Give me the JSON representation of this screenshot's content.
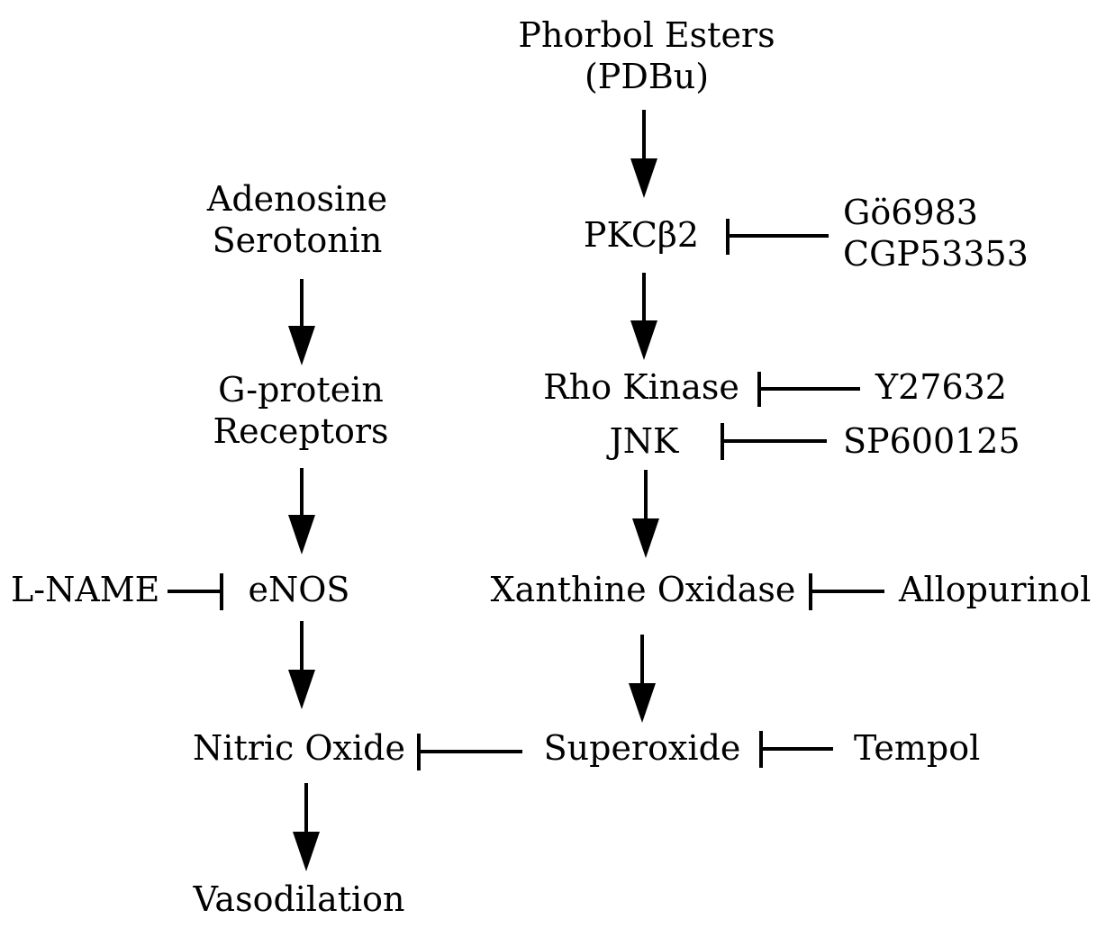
{
  "nodes": {
    "phorbol_esters": {
      "line1": "Phorbol Esters",
      "line2": "(PDBu)"
    },
    "pkc": "PKCβ2",
    "pkc_inhibitors": {
      "line1": "Gö6983",
      "line2": "CGP53353"
    },
    "rho_kinase": "Rho Kinase",
    "rho_inhibitor": "Y27632",
    "jnk": "JNK",
    "jnk_inhibitor": "SP600125",
    "xanthine_oxidase": "Xanthine Oxidase",
    "xo_inhibitor": "Allopurinol",
    "superoxide": "Superoxide",
    "superoxide_inhibitor": "Tempol",
    "agonists": {
      "line1": "Adenosine",
      "line2": "Serotonin"
    },
    "gpcr": {
      "line1": "G-protein",
      "line2": "Receptors"
    },
    "enos": "eNOS",
    "enos_inhibitor": "L-NAME",
    "nitric_oxide": "Nitric Oxide",
    "vasodilation": "Vasodilation"
  },
  "edges": [
    {
      "from": "phorbol_esters",
      "to": "pkc",
      "relation": "activates"
    },
    {
      "from": "pkc_inhibitors",
      "to": "pkc",
      "relation": "inhibits"
    },
    {
      "from": "pkc",
      "to": "rho_kinase",
      "relation": "activates"
    },
    {
      "from": "rho_inhibitor",
      "to": "rho_kinase",
      "relation": "inhibits"
    },
    {
      "from": "jnk_inhibitor",
      "to": "jnk",
      "relation": "inhibits"
    },
    {
      "from": "jnk",
      "to": "xanthine_oxidase",
      "relation": "activates"
    },
    {
      "from": "xo_inhibitor",
      "to": "xanthine_oxidase",
      "relation": "inhibits"
    },
    {
      "from": "xanthine_oxidase",
      "to": "superoxide",
      "relation": "activates"
    },
    {
      "from": "superoxide_inhibitor",
      "to": "superoxide",
      "relation": "inhibits"
    },
    {
      "from": "superoxide",
      "to": "nitric_oxide",
      "relation": "inhibits"
    },
    {
      "from": "agonists",
      "to": "gpcr",
      "relation": "activates"
    },
    {
      "from": "gpcr",
      "to": "enos",
      "relation": "activates"
    },
    {
      "from": "enos_inhibitor",
      "to": "enos",
      "relation": "inhibits"
    },
    {
      "from": "enos",
      "to": "nitric_oxide",
      "relation": "activates"
    },
    {
      "from": "nitric_oxide",
      "to": "vasodilation",
      "relation": "activates"
    }
  ]
}
